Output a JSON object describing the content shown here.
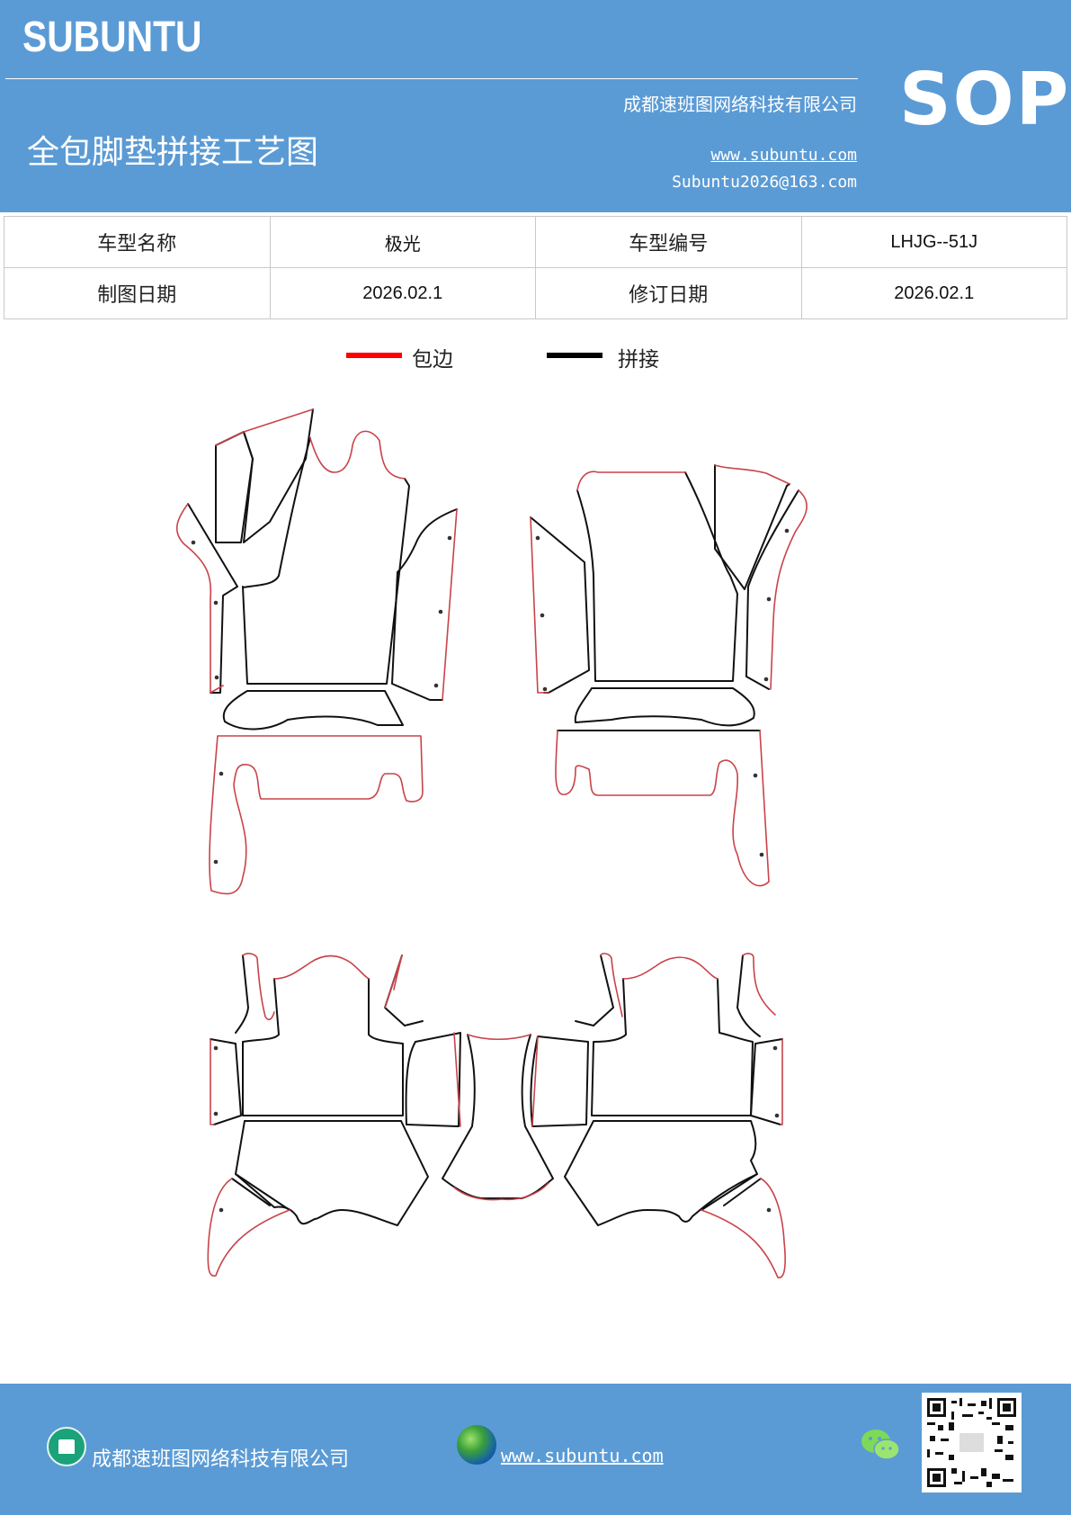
{
  "header": {
    "brand": "SUBUNTU",
    "company": "成都速班图网络科技有限公司",
    "title": "全包脚垫拼接工艺图",
    "website": "www.subuntu.com",
    "email": "Subuntu2026@163.com",
    "badge": "SOP",
    "background_color": "#5b9bd5"
  },
  "info_table": {
    "rows": [
      {
        "label1": "车型名称",
        "value1": "极光",
        "label2": "车型编号",
        "value2": "LHJG--51J"
      },
      {
        "label1": "制图日期",
        "value1": "2026.02.1",
        "label2": "修订日期",
        "value2": "2026.02.1"
      }
    ]
  },
  "legend": {
    "items": [
      {
        "label": "包边",
        "color": "#ff0000"
      },
      {
        "label": "拼接",
        "color": "#000000"
      }
    ]
  },
  "footer": {
    "company": "成都速班图网络科技有限公司",
    "website": "www.subuntu.com",
    "icons": [
      "building-icon",
      "globe-icon",
      "wechat-icon",
      "qr-code"
    ]
  }
}
